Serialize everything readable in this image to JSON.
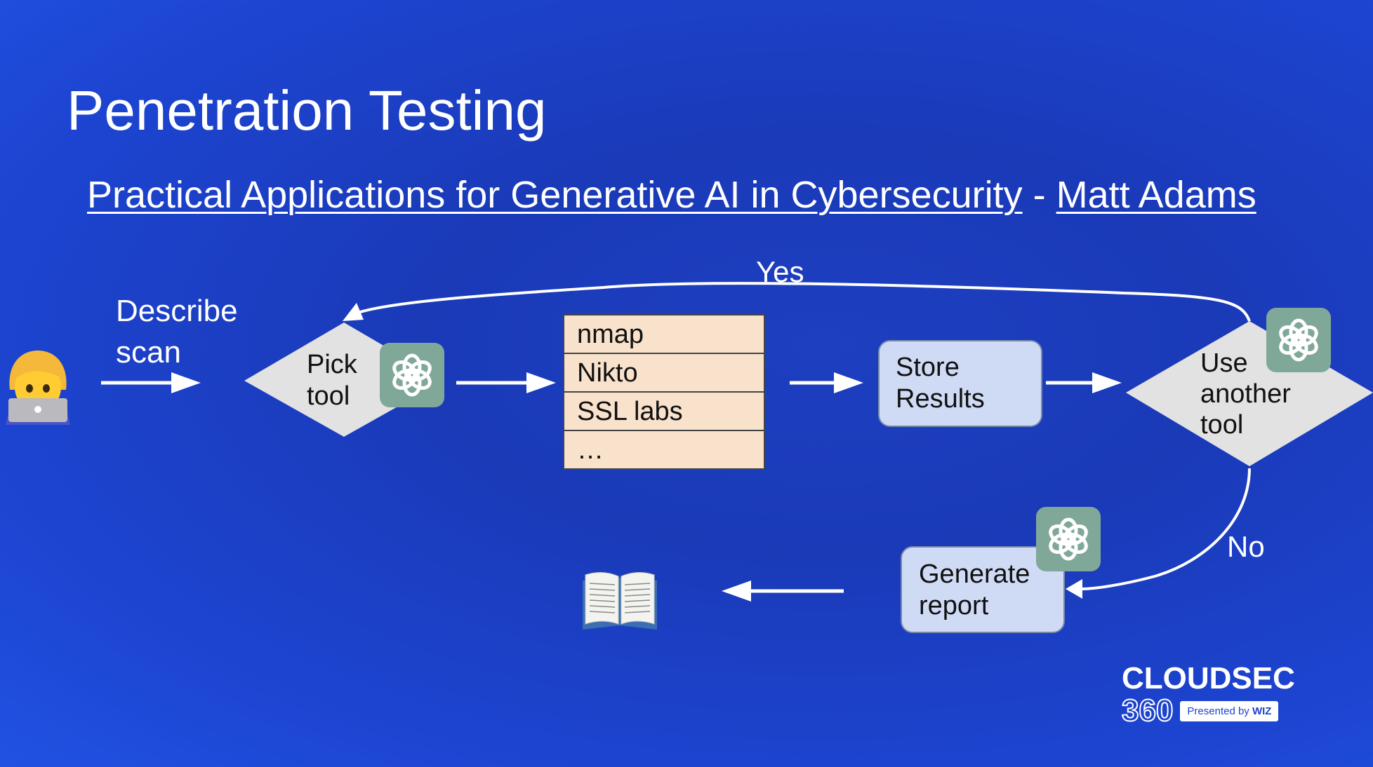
{
  "title": "Penetration Testing",
  "subtitle": {
    "talk": "Practical Applications for  Generative AI in Cybersecurity",
    "separator": " - ",
    "author": "Matt Adams"
  },
  "nodes": {
    "describe_scan": [
      "Describe",
      "scan"
    ],
    "pick_tool": [
      "Pick",
      "tool"
    ],
    "tools": [
      "nmap",
      "Nikto",
      "SSL labs",
      "…"
    ],
    "store_results": [
      "Store",
      "Results"
    ],
    "use_another_tool": [
      "Use",
      "another",
      "tool"
    ],
    "generate_report": [
      "Generate",
      "report"
    ]
  },
  "edges": {
    "yes": "Yes",
    "no": "No"
  },
  "icons": {
    "user": "person-laptop-icon",
    "ai": "openai-logo-icon",
    "report": "open-book-icon"
  },
  "logo": {
    "top": "CLOUDSEC",
    "number": "360",
    "presented": "Presented by",
    "brand": "WIZ"
  },
  "colors": {
    "background": "#1d3fc0",
    "diamond": "#e2e2e2",
    "process_box": "#cfdaf5",
    "tools_box": "#f8e2cc",
    "ai_badge": "#7fa899"
  }
}
